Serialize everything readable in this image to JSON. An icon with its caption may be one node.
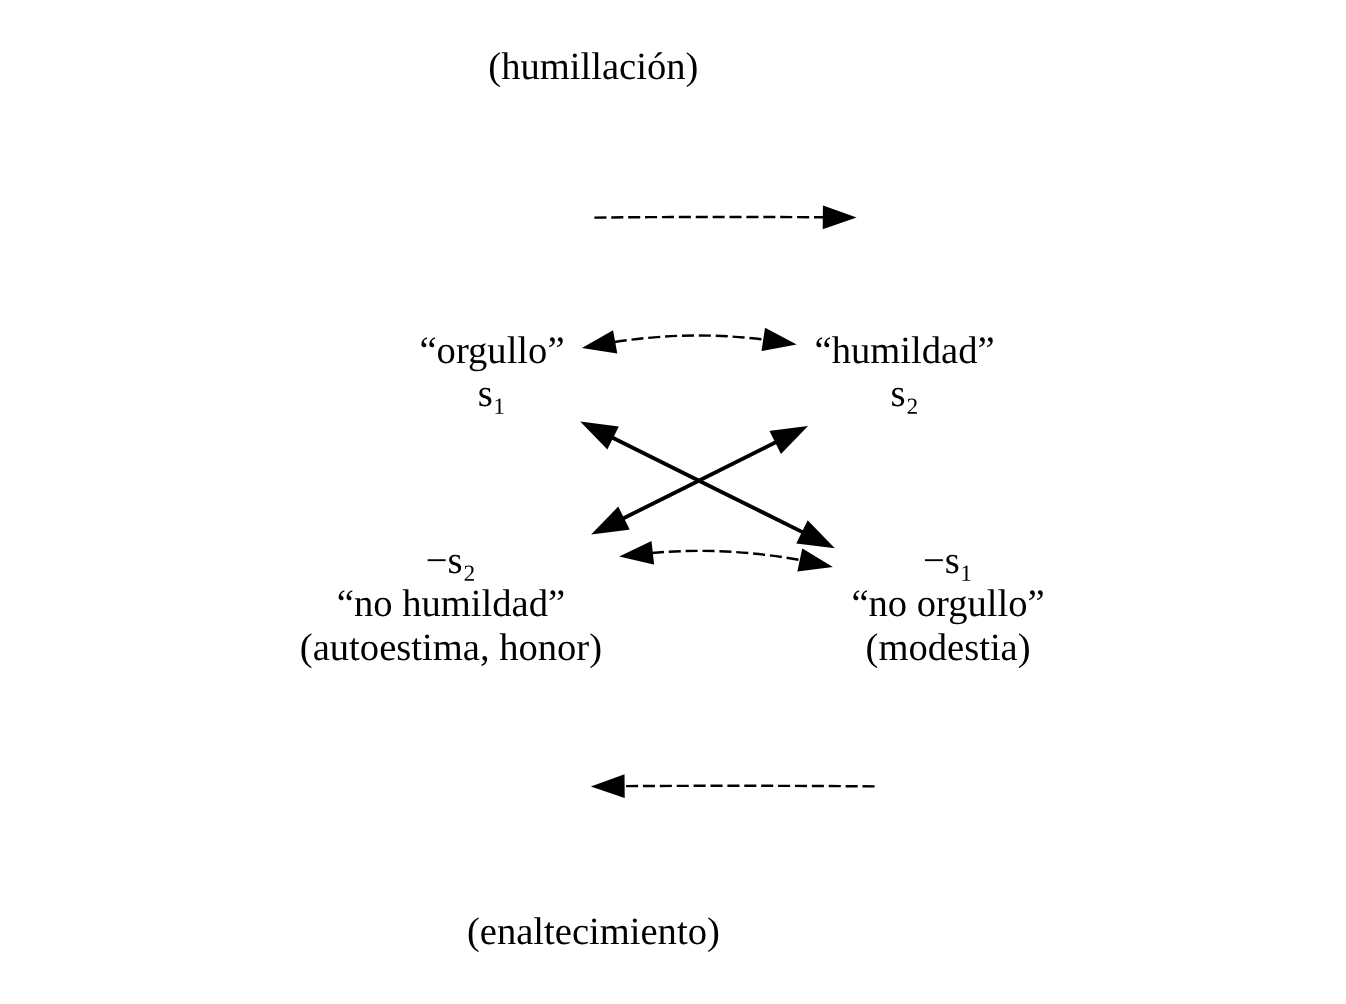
{
  "diagram": {
    "nodes": [
      {
        "text": [
          "“orgullo”",
          "s₁"
        ]
      },
      {
        "text": [
          "“humildad”",
          "s₂"
        ]
      },
      {
        "text": [
          "−s₂",
          "“no humildad”",
          "(autoestima, honor)"
        ]
      },
      {
        "text": [
          "−s₁",
          "“no orgullo”",
          "(modestia)"
        ]
      }
    ],
    "edges": [
      {
        "from": 0,
        "to": 1,
        "arrow": "both",
        "style": "dashed"
      },
      {
        "from": 2,
        "to": 3,
        "arrow": "both",
        "style": "dashed"
      },
      {
        "from": 0,
        "to": 3,
        "arrow": "both"
      },
      {
        "from": 1,
        "to": 2,
        "arrow": "both"
      }
    ],
    "labels": [
      "(humillación)",
      "(enaltecimiento)"
    ]
  }
}
